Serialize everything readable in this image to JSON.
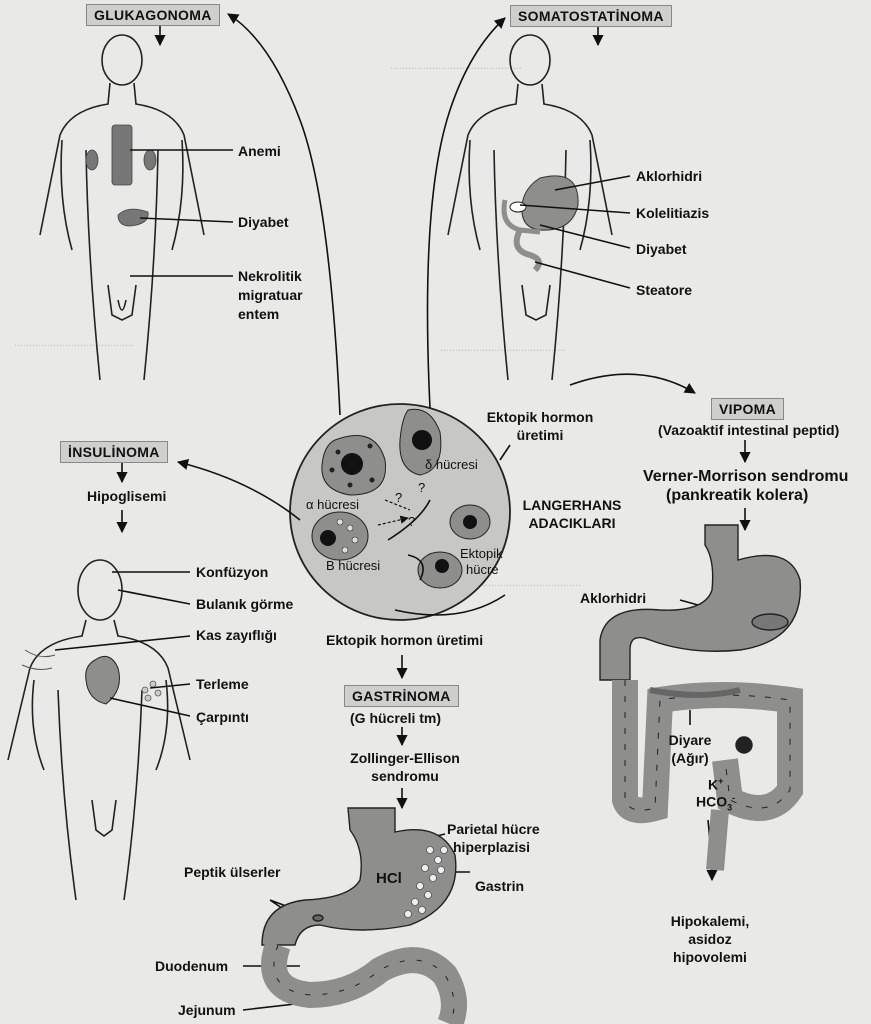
{
  "tumors": {
    "glucagonoma": {
      "title": "GLUKAGONOMA",
      "symptoms": [
        "Anemi",
        "Diyabet",
        "Nekrolitik",
        "migratuar",
        "entem"
      ]
    },
    "somatostatinoma": {
      "title": "SOMATOSTATİNOMA",
      "symptoms": [
        "Aklorhidri",
        "Kolelitiazis",
        "Diyabet",
        "Steatore"
      ]
    },
    "insulinoma": {
      "title": "İNSULİNOMA",
      "sub": "Hipoglisemi",
      "symptoms": [
        "Konfüzyon",
        "Bulanık görme",
        "Kas zayıflığı",
        "Terleme",
        "Çarpıntı"
      ]
    },
    "vipoma": {
      "title": "VIPOMA",
      "sub": "(Vazoaktif intestinal peptid)",
      "syndrome": [
        "Verner-Morrison sendromu",
        "(pankreatik kolera)"
      ],
      "labels": {
        "achlorhydria": "Aklorhidri",
        "diarrhea": [
          "Diyare",
          "(Ağır)"
        ],
        "k": "K",
        "k_sup": "+",
        "hco": "HCO",
        "hco_sub": "3",
        "hco_sup": "-",
        "result": [
          "Hipokalemi,",
          "asidoz",
          "hipovolemi"
        ]
      }
    },
    "gastrinoma": {
      "title": "GASTRİNOMA",
      "sub": "(G hücreli tm)",
      "syndrome": [
        "Zollinger-Ellison",
        "sendromu"
      ],
      "labels": {
        "parietal": [
          "Parietal hücre",
          "hiperplazisi"
        ],
        "hcl": "HCl",
        "gastrin": "Gastrin",
        "ulcers": "Peptik ülserler",
        "duodenum": "Duodenum",
        "jejunum": "Jejunum"
      }
    }
  },
  "islet": {
    "title": [
      "LANGERHANS",
      "ADACIKLARI"
    ],
    "cells": {
      "alpha": "α hücresi",
      "beta": "B hücresi",
      "delta": "δ hücresi",
      "ectopic": [
        "Ektopik",
        "hücre"
      ]
    },
    "question": "?",
    "ectopic_production": [
      "Ektopik hormon",
      "üretimi"
    ],
    "ectopic_production_bottom": "Ektopik hormon üretimi"
  },
  "colors": {
    "background": "#e9e9e7",
    "organ_fill": "#8e8e8c",
    "islet_fill": "#c7c7c5",
    "box_fill": "#cfcfcd",
    "line": "#111111"
  }
}
